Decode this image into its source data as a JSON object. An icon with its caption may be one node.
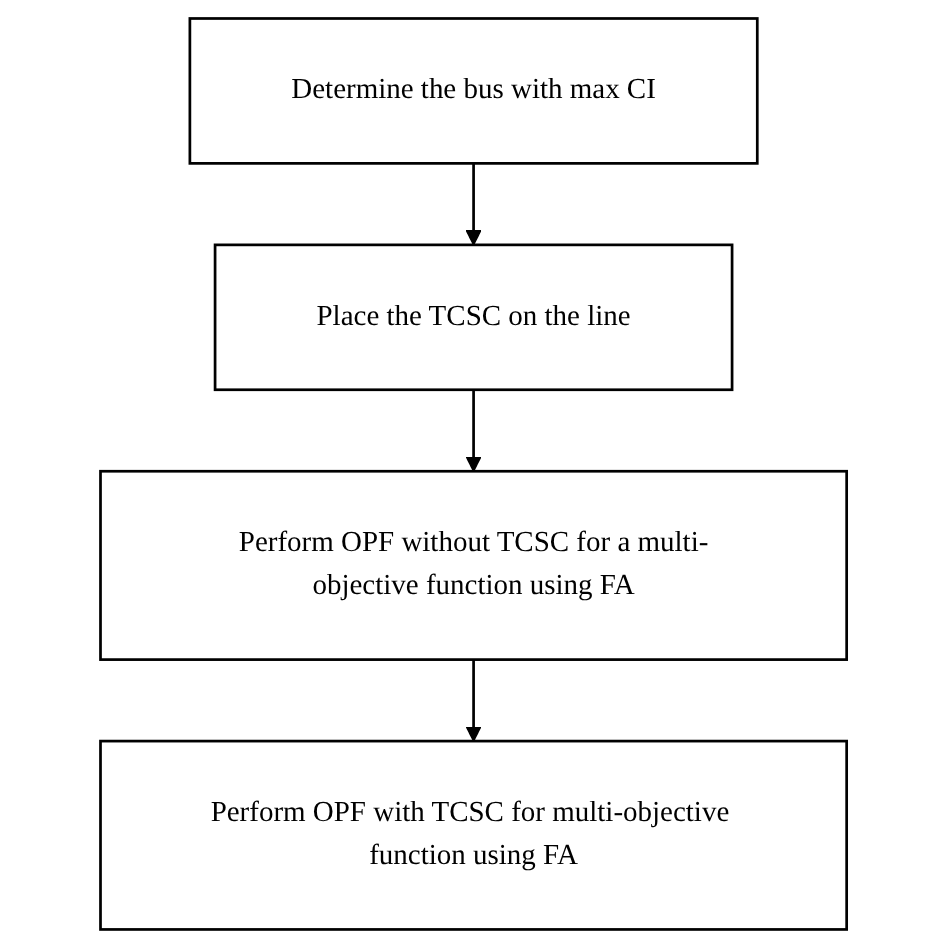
{
  "diagram": {
    "nodes": [
      {
        "text": [
          "Determine the bus with max CI"
        ]
      },
      {
        "text": [
          "Place the TCSC on the line"
        ]
      },
      {
        "text": [
          "Perform OPF without TCSC for a multi-objective function using FA"
        ]
      },
      {
        "text": [
          "Perform OPF with TCSC for multi-objective function using FA"
        ]
      }
    ],
    "edges": [
      {
        "from": 0,
        "to": 1,
        "arrow": "to"
      },
      {
        "from": 1,
        "to": 2,
        "arrow": "to"
      },
      {
        "from": 2,
        "to": 3,
        "arrow": "to"
      }
    ]
  }
}
